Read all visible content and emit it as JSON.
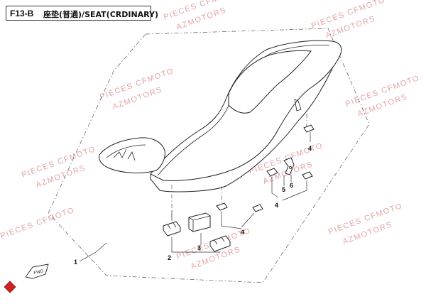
{
  "header": {
    "code": "F13-B",
    "title": "座垫(普通)/SEAT(CRDINARY)"
  },
  "watermark": {
    "line1": "PIECES CFMOTO",
    "line2": "AZMOTORS"
  },
  "callouts": [
    "1",
    "2",
    "3",
    "4",
    "4",
    "4",
    "5",
    "6"
  ],
  "fwd_label": "FWD",
  "colors": {
    "watermark": "#e3a3a3",
    "logo": "#cc2222",
    "line": "#222222"
  }
}
